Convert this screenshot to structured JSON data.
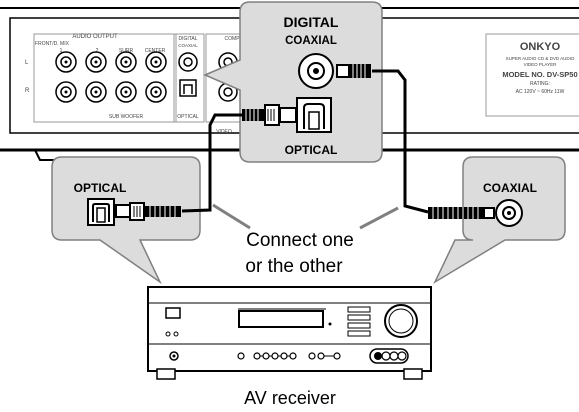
{
  "callouts": {
    "digital_title": "DIGITAL",
    "digital_coaxial": "COAXIAL",
    "digital_optical": "OPTICAL",
    "left_optical": "OPTICAL",
    "right_coaxial": "COAXIAL"
  },
  "instruction": {
    "line1": "Connect one",
    "line2": "or the other"
  },
  "receiver": {
    "caption": "AV receiver"
  },
  "player": {
    "brand": "ONKYO",
    "subtitle_line1": "SUPER AUDIO CD & DVD AUDIO",
    "subtitle_line2": "VIDEO PLAYER",
    "model": "MODEL NO. DV-SP50",
    "rating": "RATING:",
    "power": "AC 120V ~  60Hz  11W",
    "audio_output_label": "AUDIO OUTPUT",
    "front_mix_label": "FRONT/D. MIX",
    "jack_label_1": "1",
    "jack_label_2": "2",
    "surr_label": "SURR",
    "center_label": "CENTER",
    "subwoofer_label": "SUB WOOFER",
    "digital_label": "DIGITAL",
    "coaxial_small_label": "COAXIAL",
    "optical_small_label": "OPTICAL",
    "component_label": "COMPO",
    "video_label": "VIDEO",
    "l_label": "L",
    "r_label": "R"
  },
  "colors": {
    "callout_fill": "#dcdcdc",
    "panel_fill": "#ffffff",
    "line": "#000000",
    "faint": "#9a9a9a"
  }
}
